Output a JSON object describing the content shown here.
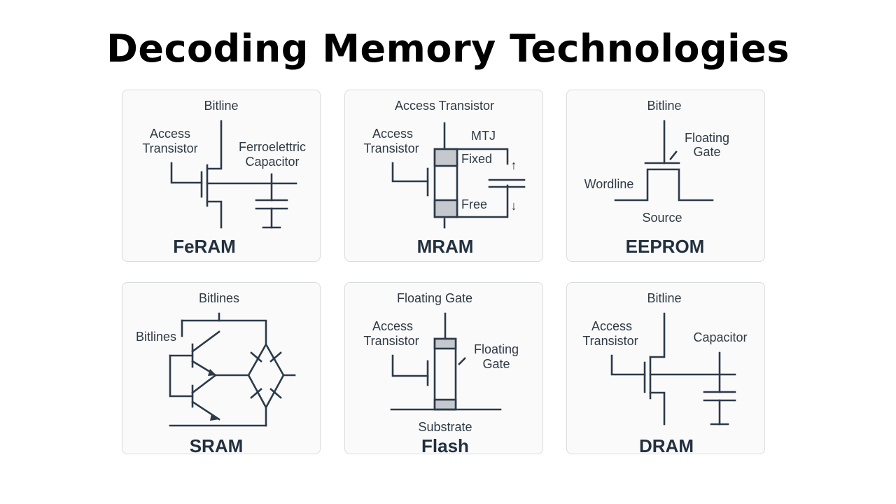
{
  "title": "Decoding Memory Technologies",
  "cards": [
    {
      "name": "FeRAM",
      "labels": {
        "top": "Bitline",
        "access_1": "Access",
        "access_2": "Transistor",
        "cap_1": "Ferroelettric",
        "cap_2": "Capacitor"
      }
    },
    {
      "name": "MRAM",
      "labels": {
        "top": "Access Transistor",
        "access_1": "Access",
        "access_2": "Transistor",
        "mtj": "MTJ",
        "fixed": "Fixed",
        "free": "Free",
        "up_arrow": "↑",
        "down_arrow": "↓"
      }
    },
    {
      "name": "EEPROM",
      "labels": {
        "top": "Bitline",
        "fg_1": "Floating",
        "fg_2": "Gate",
        "wordline": "Wordline",
        "source": "Source"
      }
    },
    {
      "name": "SRAM",
      "labels": {
        "top": "Bitlines",
        "left": "Bitlines"
      }
    },
    {
      "name": "Flash",
      "labels": {
        "top": "Floating Gate",
        "access_1": "Access",
        "access_2": "Transistor",
        "fg_1": "Floating",
        "fg_2": "Gate",
        "substrate": "Substrate"
      }
    },
    {
      "name": "DRAM",
      "labels": {
        "top": "Bitline",
        "access_1": "Access",
        "access_2": "Transistor",
        "capacitor": "Capacitor"
      }
    }
  ]
}
